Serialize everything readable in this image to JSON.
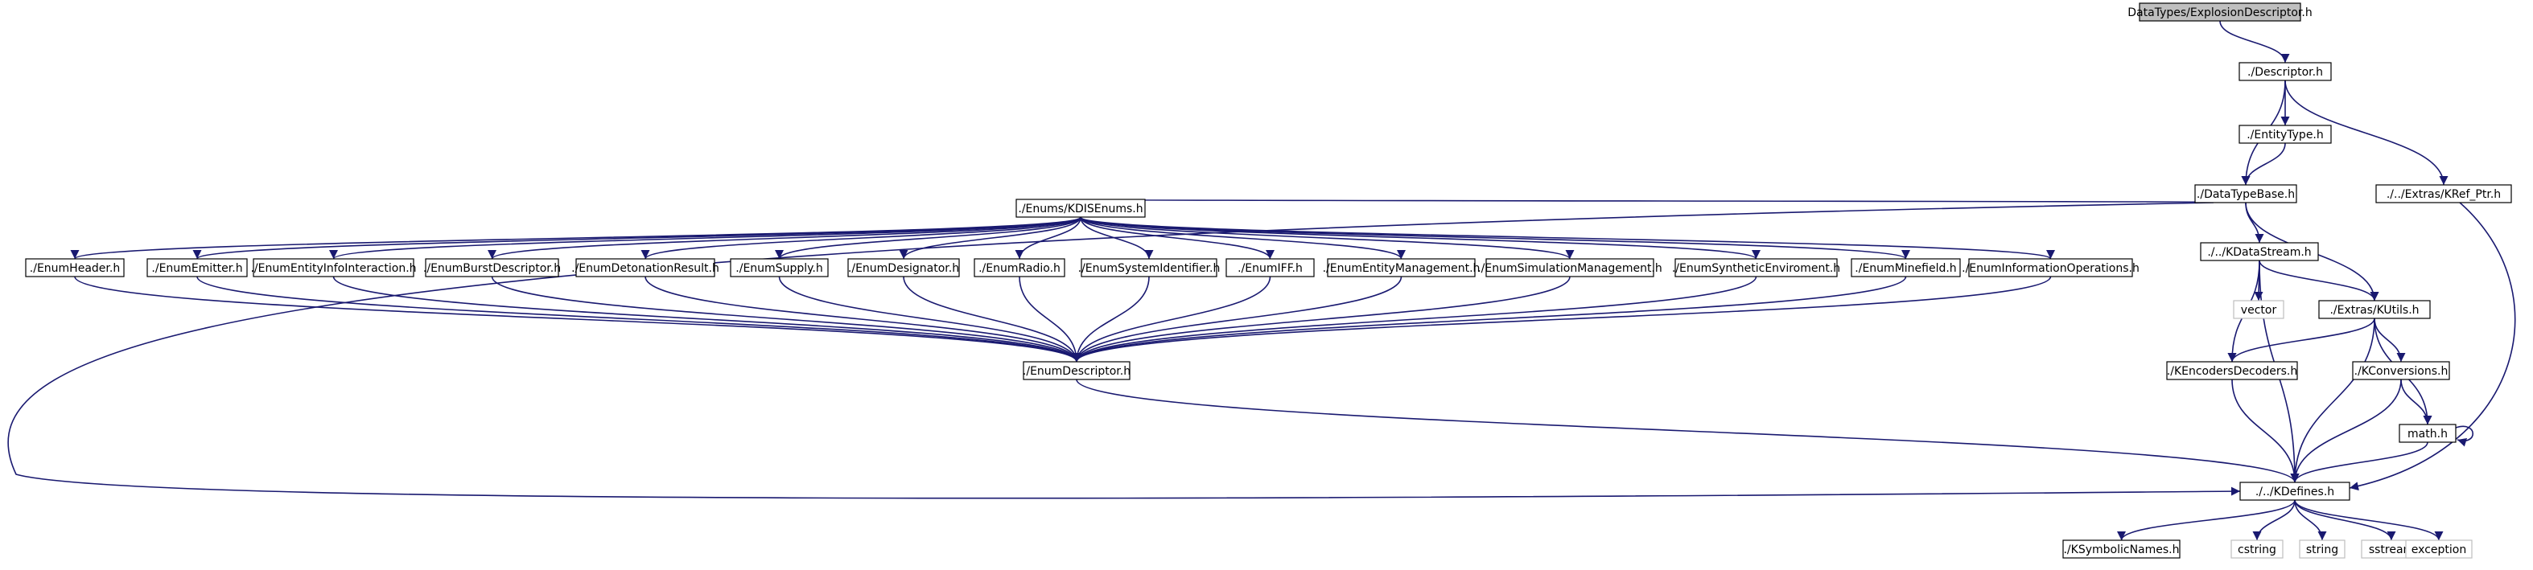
{
  "graph": {
    "colors": {
      "edge": "#191970",
      "root_fill": "#bfbfbf",
      "node_stroke": "#000000",
      "external_stroke": "#bfbfbf"
    },
    "nodes": [
      {
        "id": "explosion",
        "label": "DataTypes/ExplosionDescriptor.h",
        "kind": "root"
      },
      {
        "id": "descriptor",
        "label": "./Descriptor.h",
        "kind": "file"
      },
      {
        "id": "entitytype",
        "label": "./EntityType.h",
        "kind": "file"
      },
      {
        "id": "datatypebase",
        "label": "./DataTypeBase.h",
        "kind": "file"
      },
      {
        "id": "kref",
        "label": "./../Extras/KRef_Ptr.h",
        "kind": "file"
      },
      {
        "id": "kdisenums",
        "label": "./Enums/KDISEnums.h",
        "kind": "file"
      },
      {
        "id": "kdatastream",
        "label": "./../KDataStream.h",
        "kind": "file"
      },
      {
        "id": "vector",
        "label": "vector",
        "kind": "external"
      },
      {
        "id": "kutils",
        "label": "./Extras/KUtils.h",
        "kind": "file"
      },
      {
        "id": "enumheader",
        "label": "./EnumHeader.h",
        "kind": "file"
      },
      {
        "id": "enumemitter",
        "label": "./EnumEmitter.h",
        "kind": "file"
      },
      {
        "id": "enumentityinfo",
        "label": "./EnumEntityInfoInteraction.h",
        "kind": "file"
      },
      {
        "id": "enumburst",
        "label": "./EnumBurstDescriptor.h",
        "kind": "file"
      },
      {
        "id": "enumdetonation",
        "label": "./EnumDetonationResult.h",
        "kind": "file"
      },
      {
        "id": "enumsupply",
        "label": "./EnumSupply.h",
        "kind": "file"
      },
      {
        "id": "enumdesignator",
        "label": "./EnumDesignator.h",
        "kind": "file"
      },
      {
        "id": "enumradio",
        "label": "./EnumRadio.h",
        "kind": "file"
      },
      {
        "id": "enumsystemid",
        "label": "./EnumSystemIdentifier.h",
        "kind": "file"
      },
      {
        "id": "enumiff",
        "label": "./EnumIFF.h",
        "kind": "file"
      },
      {
        "id": "enumentitymgmt",
        "label": "./EnumEntityManagement.h",
        "kind": "file"
      },
      {
        "id": "enumsimmgmt",
        "label": "./EnumSimulationManagement.h",
        "kind": "file"
      },
      {
        "id": "enumsynthetic",
        "label": "./EnumSyntheticEnviroment.h",
        "kind": "file"
      },
      {
        "id": "enumminefield",
        "label": "./EnumMinefield.h",
        "kind": "file"
      },
      {
        "id": "enuminfoops",
        "label": "./EnumInformationOperations.h",
        "kind": "file"
      },
      {
        "id": "enumdescriptor",
        "label": "./EnumDescriptor.h",
        "kind": "file"
      },
      {
        "id": "kencoders",
        "label": "./KEncodersDecoders.h",
        "kind": "file"
      },
      {
        "id": "kconversions",
        "label": "./KConversions.h",
        "kind": "file"
      },
      {
        "id": "math",
        "label": "math.h",
        "kind": "file"
      },
      {
        "id": "kdefines",
        "label": "./../KDefines.h",
        "kind": "file"
      },
      {
        "id": "ksymbolic",
        "label": "./KSymbolicNames.h",
        "kind": "file"
      },
      {
        "id": "cstring",
        "label": "cstring",
        "kind": "external"
      },
      {
        "id": "string",
        "label": "string",
        "kind": "external"
      },
      {
        "id": "sstream",
        "label": "sstream",
        "kind": "external"
      },
      {
        "id": "exception",
        "label": "exception",
        "kind": "external"
      }
    ],
    "edges": [
      [
        "explosion",
        "descriptor"
      ],
      [
        "descriptor",
        "entitytype"
      ],
      [
        "descriptor",
        "datatypebase"
      ],
      [
        "descriptor",
        "kref"
      ],
      [
        "entitytype",
        "datatypebase"
      ],
      [
        "datatypebase",
        "kdisenums"
      ],
      [
        "datatypebase",
        "kdatastream"
      ],
      [
        "datatypebase",
        "kutils"
      ],
      [
        "datatypebase",
        "kdefines"
      ],
      [
        "kref",
        "kdefines"
      ],
      [
        "kdisenums",
        "enumheader"
      ],
      [
        "kdisenums",
        "enumemitter"
      ],
      [
        "kdisenums",
        "enumentityinfo"
      ],
      [
        "kdisenums",
        "enumburst"
      ],
      [
        "kdisenums",
        "enumdetonation"
      ],
      [
        "kdisenums",
        "enumsupply"
      ],
      [
        "kdisenums",
        "enumdesignator"
      ],
      [
        "kdisenums",
        "enumradio"
      ],
      [
        "kdisenums",
        "enumsystemid"
      ],
      [
        "kdisenums",
        "enumiff"
      ],
      [
        "kdisenums",
        "enumentitymgmt"
      ],
      [
        "kdisenums",
        "enumsimmgmt"
      ],
      [
        "kdisenums",
        "enumsynthetic"
      ],
      [
        "kdisenums",
        "enumminefield"
      ],
      [
        "kdisenums",
        "enuminfoops"
      ],
      [
        "enumheader",
        "enumdescriptor"
      ],
      [
        "enumemitter",
        "enumdescriptor"
      ],
      [
        "enumentityinfo",
        "enumdescriptor"
      ],
      [
        "enumburst",
        "enumdescriptor"
      ],
      [
        "enumdetonation",
        "enumdescriptor"
      ],
      [
        "enumsupply",
        "enumdescriptor"
      ],
      [
        "enumdesignator",
        "enumdescriptor"
      ],
      [
        "enumradio",
        "enumdescriptor"
      ],
      [
        "enumsystemid",
        "enumdescriptor"
      ],
      [
        "enumiff",
        "enumdescriptor"
      ],
      [
        "enumentitymgmt",
        "enumdescriptor"
      ],
      [
        "enumsimmgmt",
        "enumdescriptor"
      ],
      [
        "enumsynthetic",
        "enumdescriptor"
      ],
      [
        "enumminefield",
        "enumdescriptor"
      ],
      [
        "enuminfoops",
        "enumdescriptor"
      ],
      [
        "enumdescriptor",
        "kdefines"
      ],
      [
        "kdatastream",
        "vector"
      ],
      [
        "kdatastream",
        "kutils"
      ],
      [
        "kdatastream",
        "kencoders"
      ],
      [
        "kdatastream",
        "kdefines"
      ],
      [
        "kutils",
        "kencoders"
      ],
      [
        "kutils",
        "kconversions"
      ],
      [
        "kutils",
        "math"
      ],
      [
        "kutils",
        "kdefines"
      ],
      [
        "kencoders",
        "kdefines"
      ],
      [
        "kconversions",
        "math"
      ],
      [
        "kconversions",
        "kdefines"
      ],
      [
        "math",
        "kdefines"
      ],
      [
        "math",
        "math"
      ],
      [
        "kdefines",
        "ksymbolic"
      ],
      [
        "kdefines",
        "cstring"
      ],
      [
        "kdefines",
        "string"
      ],
      [
        "kdefines",
        "sstream"
      ],
      [
        "kdefines",
        "exception"
      ]
    ]
  }
}
